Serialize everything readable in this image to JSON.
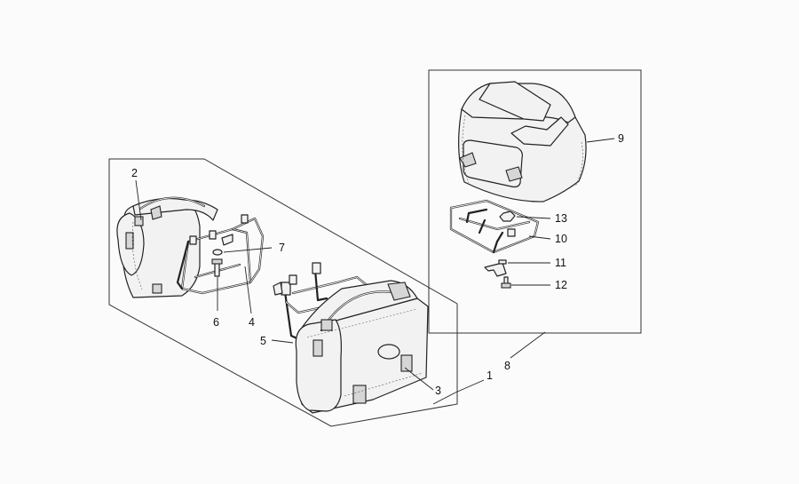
{
  "diagram": {
    "callouts": {
      "c1": "1",
      "c2": "2",
      "c3": "3",
      "c4": "4",
      "c5": "5",
      "c6": "6",
      "c7": "7",
      "c8": "8",
      "c9": "9",
      "c10": "10",
      "c11": "11",
      "c12": "12",
      "c13": "13"
    },
    "colors": {
      "line": "#222222",
      "background": "#fbfbfb",
      "part_fill": "#f2f2f2"
    }
  }
}
